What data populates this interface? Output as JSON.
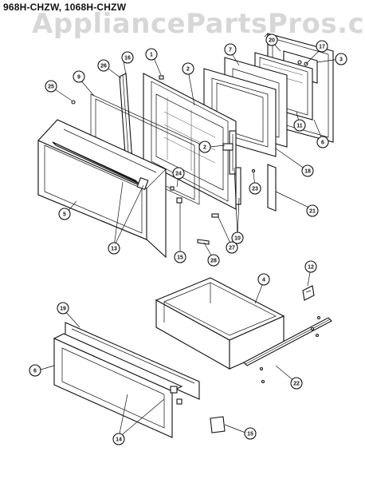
{
  "header": {
    "model_title": "968H-CHZW, 1068H-CHZW",
    "watermark": "AppliancePartsPros.com"
  },
  "callouts": {
    "c1": "1",
    "c2a": "2",
    "c2b": "2",
    "c3": "3",
    "c4": "4",
    "c5": "5",
    "c6a": "6",
    "c6b": "6",
    "c7": "7",
    "c9": "9",
    "c10": "10",
    "c11": "11",
    "c12": "12",
    "c13": "13",
    "c14": "14",
    "c15a": "15",
    "c15b": "15",
    "c16": "16",
    "c17": "17",
    "c18": "18",
    "c19": "19",
    "c20": "20",
    "c21": "21",
    "c22": "22",
    "c23": "23",
    "c24": "24",
    "c25": "25",
    "c26": "26",
    "c27": "27",
    "c28": "28"
  }
}
